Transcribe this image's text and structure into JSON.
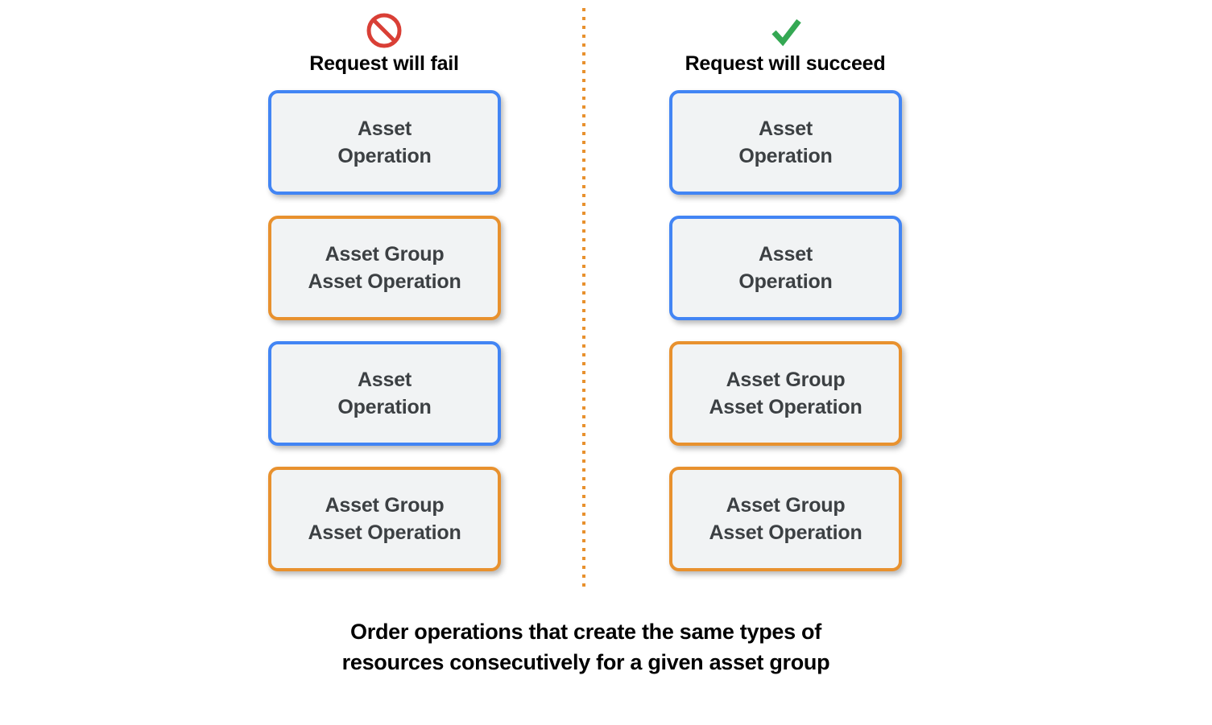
{
  "diagram": {
    "caption": "Order operations that create the same types of\nresources consecutively for a given asset group",
    "divider_color": "#E8912E",
    "colors": {
      "blue_border": "#4285F4",
      "orange_border": "#E8912E",
      "box_fill": "#F1F3F4",
      "box_text": "#3C4043",
      "fail_icon": "#D93F36",
      "succeed_icon": "#34A853",
      "heading_text": "#000000"
    },
    "columns": [
      {
        "id": "fail",
        "title": "Request will fail",
        "icon": "prohibition-icon",
        "icon_color": "#D93F36",
        "boxes": [
          {
            "label": "Asset\nOperation",
            "type": "blue"
          },
          {
            "label": "Asset Group\nAsset Operation",
            "type": "orange"
          },
          {
            "label": "Asset\nOperation",
            "type": "blue"
          },
          {
            "label": "Asset Group\nAsset Operation",
            "type": "orange"
          }
        ]
      },
      {
        "id": "succeed",
        "title": "Request will succeed",
        "icon": "checkmark-icon",
        "icon_color": "#34A853",
        "boxes": [
          {
            "label": "Asset\nOperation",
            "type": "blue"
          },
          {
            "label": "Asset\nOperation",
            "type": "blue"
          },
          {
            "label": "Asset Group\nAsset Operation",
            "type": "orange"
          },
          {
            "label": "Asset Group\nAsset Operation",
            "type": "orange"
          }
        ]
      }
    ]
  }
}
